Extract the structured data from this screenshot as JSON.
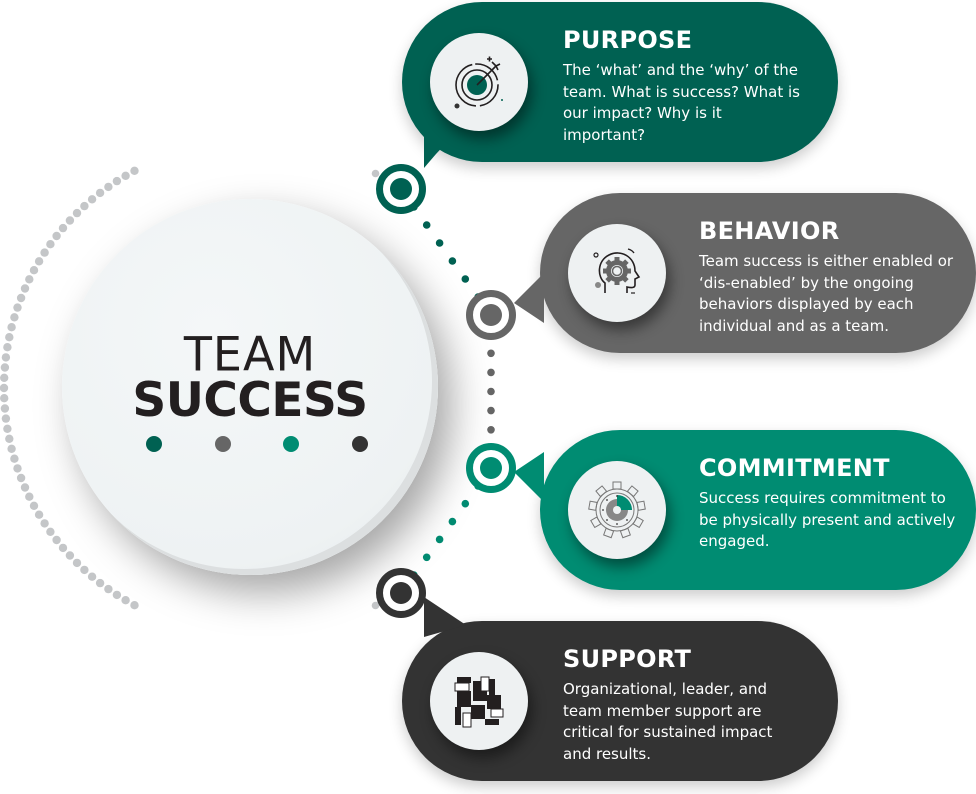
{
  "center": {
    "title_line1": "TEAM",
    "title_line2": "SUCCESS",
    "dot_colors": [
      "#006152",
      "#666666",
      "#008c72",
      "#333333"
    ]
  },
  "colors": {
    "purpose": "#006152",
    "behavior": "#666666",
    "commitment": "#008c72",
    "support": "#333333",
    "dotted_ring": "#c4c6c8",
    "icon_bg": "#eef1f2"
  },
  "cards": [
    {
      "id": "purpose",
      "title": "PURPOSE",
      "body": "The ‘what’ and the ‘why’ of the team. What is success? What is our impact? Why is it important?",
      "icon": "target-arrow-icon"
    },
    {
      "id": "behavior",
      "title": "BEHAVIOR",
      "body": "Team success is either enabled or ‘dis-enabled’ by the ongoing behaviors displayed by each individual and as a team.",
      "icon": "head-gear-icon"
    },
    {
      "id": "commitment",
      "title": "COMMITMENT",
      "body": "Success requires commitment to be physically present and actively engaged.",
      "icon": "gear-progress-icon"
    },
    {
      "id": "support",
      "title": "SUPPORT",
      "body": "Organizational, leader, and team member support are critical for sustained impact and results.",
      "icon": "linked-hands-icon"
    }
  ]
}
